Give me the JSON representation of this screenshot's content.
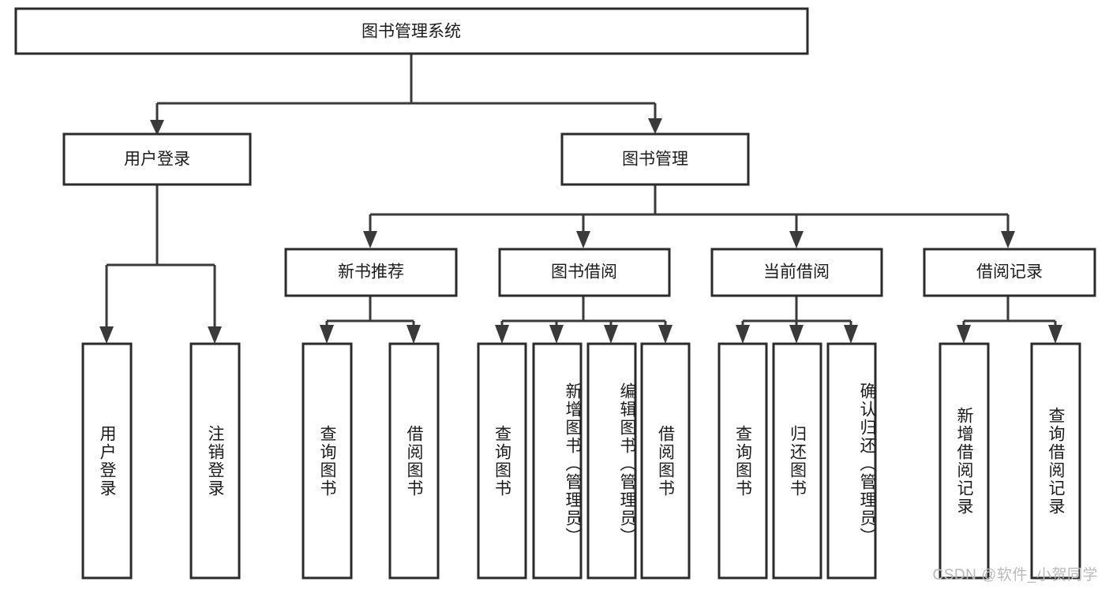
{
  "diagram": {
    "type": "tree-hierarchy",
    "title": "图书管理系统",
    "orientation": "top-down",
    "style": {
      "box_fill": "#ffffff",
      "box_stroke": "#2b2b2b",
      "line_color": "#3a3a3a",
      "text_color": "#1b1b1b",
      "background": "#ffffff"
    },
    "levels": [
      {
        "level": 1,
        "nodes": [
          {
            "id": "root",
            "label": "图书管理系统",
            "orientation": "horizontal"
          }
        ]
      },
      {
        "level": 2,
        "nodes": [
          {
            "id": "login",
            "label": "用户登录",
            "orientation": "horizontal",
            "parent": "root"
          },
          {
            "id": "bookmgmt",
            "label": "图书管理",
            "orientation": "horizontal",
            "parent": "root"
          }
        ]
      },
      {
        "level": 3,
        "nodes": [
          {
            "id": "newbook",
            "label": "新书推荐",
            "orientation": "horizontal",
            "parent": "bookmgmt"
          },
          {
            "id": "borrow",
            "label": "图书借阅",
            "orientation": "horizontal",
            "parent": "bookmgmt"
          },
          {
            "id": "current",
            "label": "当前借阅",
            "orientation": "horizontal",
            "parent": "bookmgmt"
          },
          {
            "id": "records",
            "label": "借阅记录",
            "orientation": "horizontal",
            "parent": "bookmgmt"
          }
        ]
      },
      {
        "level": 4,
        "nodes": [
          {
            "id": "leaf-login-1",
            "label": "用户登录",
            "orientation": "vertical",
            "parent": "login"
          },
          {
            "id": "leaf-login-2",
            "label": "注销登录",
            "orientation": "vertical",
            "parent": "login"
          },
          {
            "id": "leaf-newbook-1",
            "label": "查询图书",
            "orientation": "vertical",
            "parent": "newbook"
          },
          {
            "id": "leaf-newbook-2",
            "label": "借阅图书",
            "orientation": "vertical",
            "parent": "newbook"
          },
          {
            "id": "leaf-borrow-1",
            "label": "查询图书",
            "orientation": "vertical",
            "parent": "borrow"
          },
          {
            "id": "leaf-borrow-2",
            "label": "新增图书（管理员）",
            "orientation": "vertical",
            "parent": "borrow"
          },
          {
            "id": "leaf-borrow-3",
            "label": "编辑图书（管理员）",
            "orientation": "vertical",
            "parent": "borrow"
          },
          {
            "id": "leaf-borrow-4",
            "label": "借阅图书",
            "orientation": "vertical",
            "parent": "borrow"
          },
          {
            "id": "leaf-current-1",
            "label": "查询图书",
            "orientation": "vertical",
            "parent": "current"
          },
          {
            "id": "leaf-current-2",
            "label": "归还图书",
            "orientation": "vertical",
            "parent": "current"
          },
          {
            "id": "leaf-current-3",
            "label": "确认归还（管理员）",
            "orientation": "vertical",
            "parent": "current"
          },
          {
            "id": "leaf-records-1",
            "label": "新增借阅记录",
            "orientation": "vertical",
            "parent": "records"
          },
          {
            "id": "leaf-records-2",
            "label": "查询借阅记录",
            "orientation": "vertical",
            "parent": "records"
          }
        ]
      }
    ]
  },
  "watermark": {
    "text": "CSDN @软件_小贺同学"
  }
}
